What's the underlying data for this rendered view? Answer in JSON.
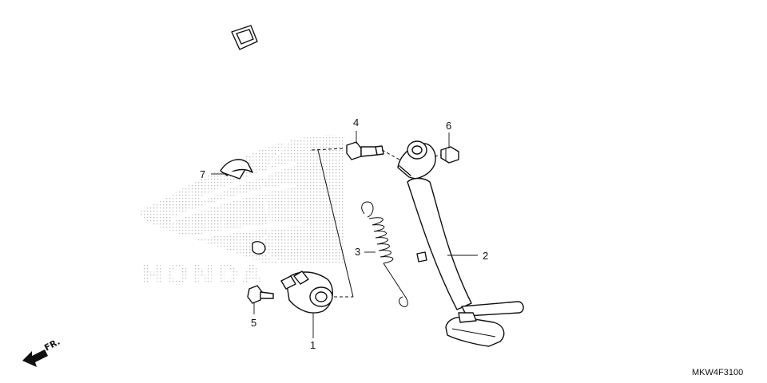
{
  "callouts": {
    "part_1": "1",
    "part_2": "2",
    "part_3": "3",
    "part_4": "4",
    "part_5": "5",
    "part_6": "6",
    "part_7": "7"
  },
  "direction_label": "FR.",
  "diagram_code": "MKW4F3100",
  "colors": {
    "line": "#111111",
    "watermark": "#c8c8c8",
    "background": "#ffffff"
  }
}
